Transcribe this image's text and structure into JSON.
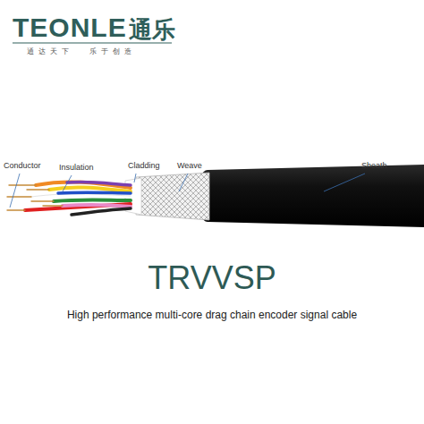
{
  "diagram": {
    "title": "TRVVSP",
    "caption": "High performance multi-core drag chain encoder signal cable",
    "labels": [
      "TEONLE",
      "通乐",
      "通达天下",
      "乐于创造",
      "Conductor",
      "Insulation",
      "Cladding",
      "Weave",
      "Sheath"
    ]
  }
}
